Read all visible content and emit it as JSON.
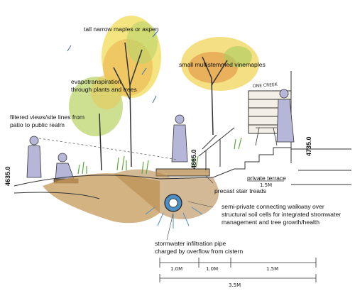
{
  "labels": {
    "tall_maples": "tall narrow maples or aspen",
    "vine_maples": "small multistemmed vinemaples",
    "evapotranspiration_1": "evapotranspiration",
    "evapotranspiration_2": "through plants and trees",
    "views_1": "filtered views/site lines from",
    "views_2": "patio to public realm",
    "private_terrace": "private terrace",
    "precast_stairs": "precast stair treads",
    "walkway_1": "semi-private connecting walkway over",
    "walkway_2": "structural soil cells for integrated stromwater",
    "walkway_3": "management and tree growth/health",
    "pipe_1": "stormwater infiltration pipe",
    "pipe_2": "charged by overflow from cistern"
  },
  "elevations": {
    "left": "4635.0",
    "middle": "4665.0",
    "right": "4735.0"
  },
  "dimensions": {
    "seg1": "1.0M",
    "seg2": "1.0M",
    "seg3": "1.5M",
    "total": "3.5M",
    "terrace_width": "1.5M"
  },
  "sign_text": "ONE CREEK",
  "colors": {
    "canopy_yellow": "#f2d64a",
    "canopy_green": "#a9cc5c",
    "canopy_orange": "#e79a3c",
    "grass_green": "#6cbd45",
    "soil_brown": "#a5793f",
    "figure_lavender": "#b6b7d8",
    "water_blue": "#4d8fc4"
  }
}
